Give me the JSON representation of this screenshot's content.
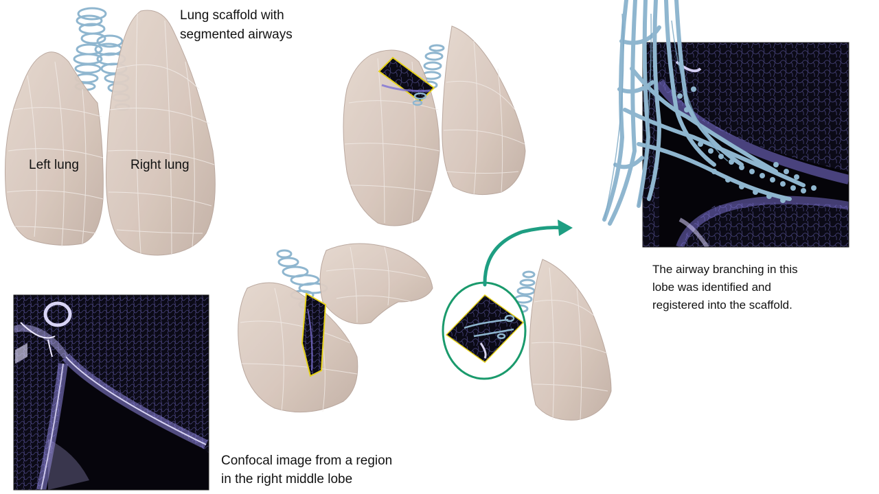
{
  "captions": {
    "scaffold_title": "Lung scaffold with\nsegmented airways",
    "left_lung": "Left lung",
    "right_lung": "Right lung",
    "confocal": "Confocal image from a region\nin the right middle lobe",
    "registered": "The airway branching in this\nlobe was identified and\nregistered into the scaffold."
  },
  "colors": {
    "lung_fill": "#d9c9bf",
    "lung_shade": "#c4b2a7",
    "airway": "#8fb6cf",
    "tissue_dark": "#0b0a16",
    "tissue_purple": "#6f63c8",
    "frame_yellow": "#e6d21a",
    "highlight_green": "#1a9a6c",
    "arrow_teal": "#1e9e82"
  }
}
